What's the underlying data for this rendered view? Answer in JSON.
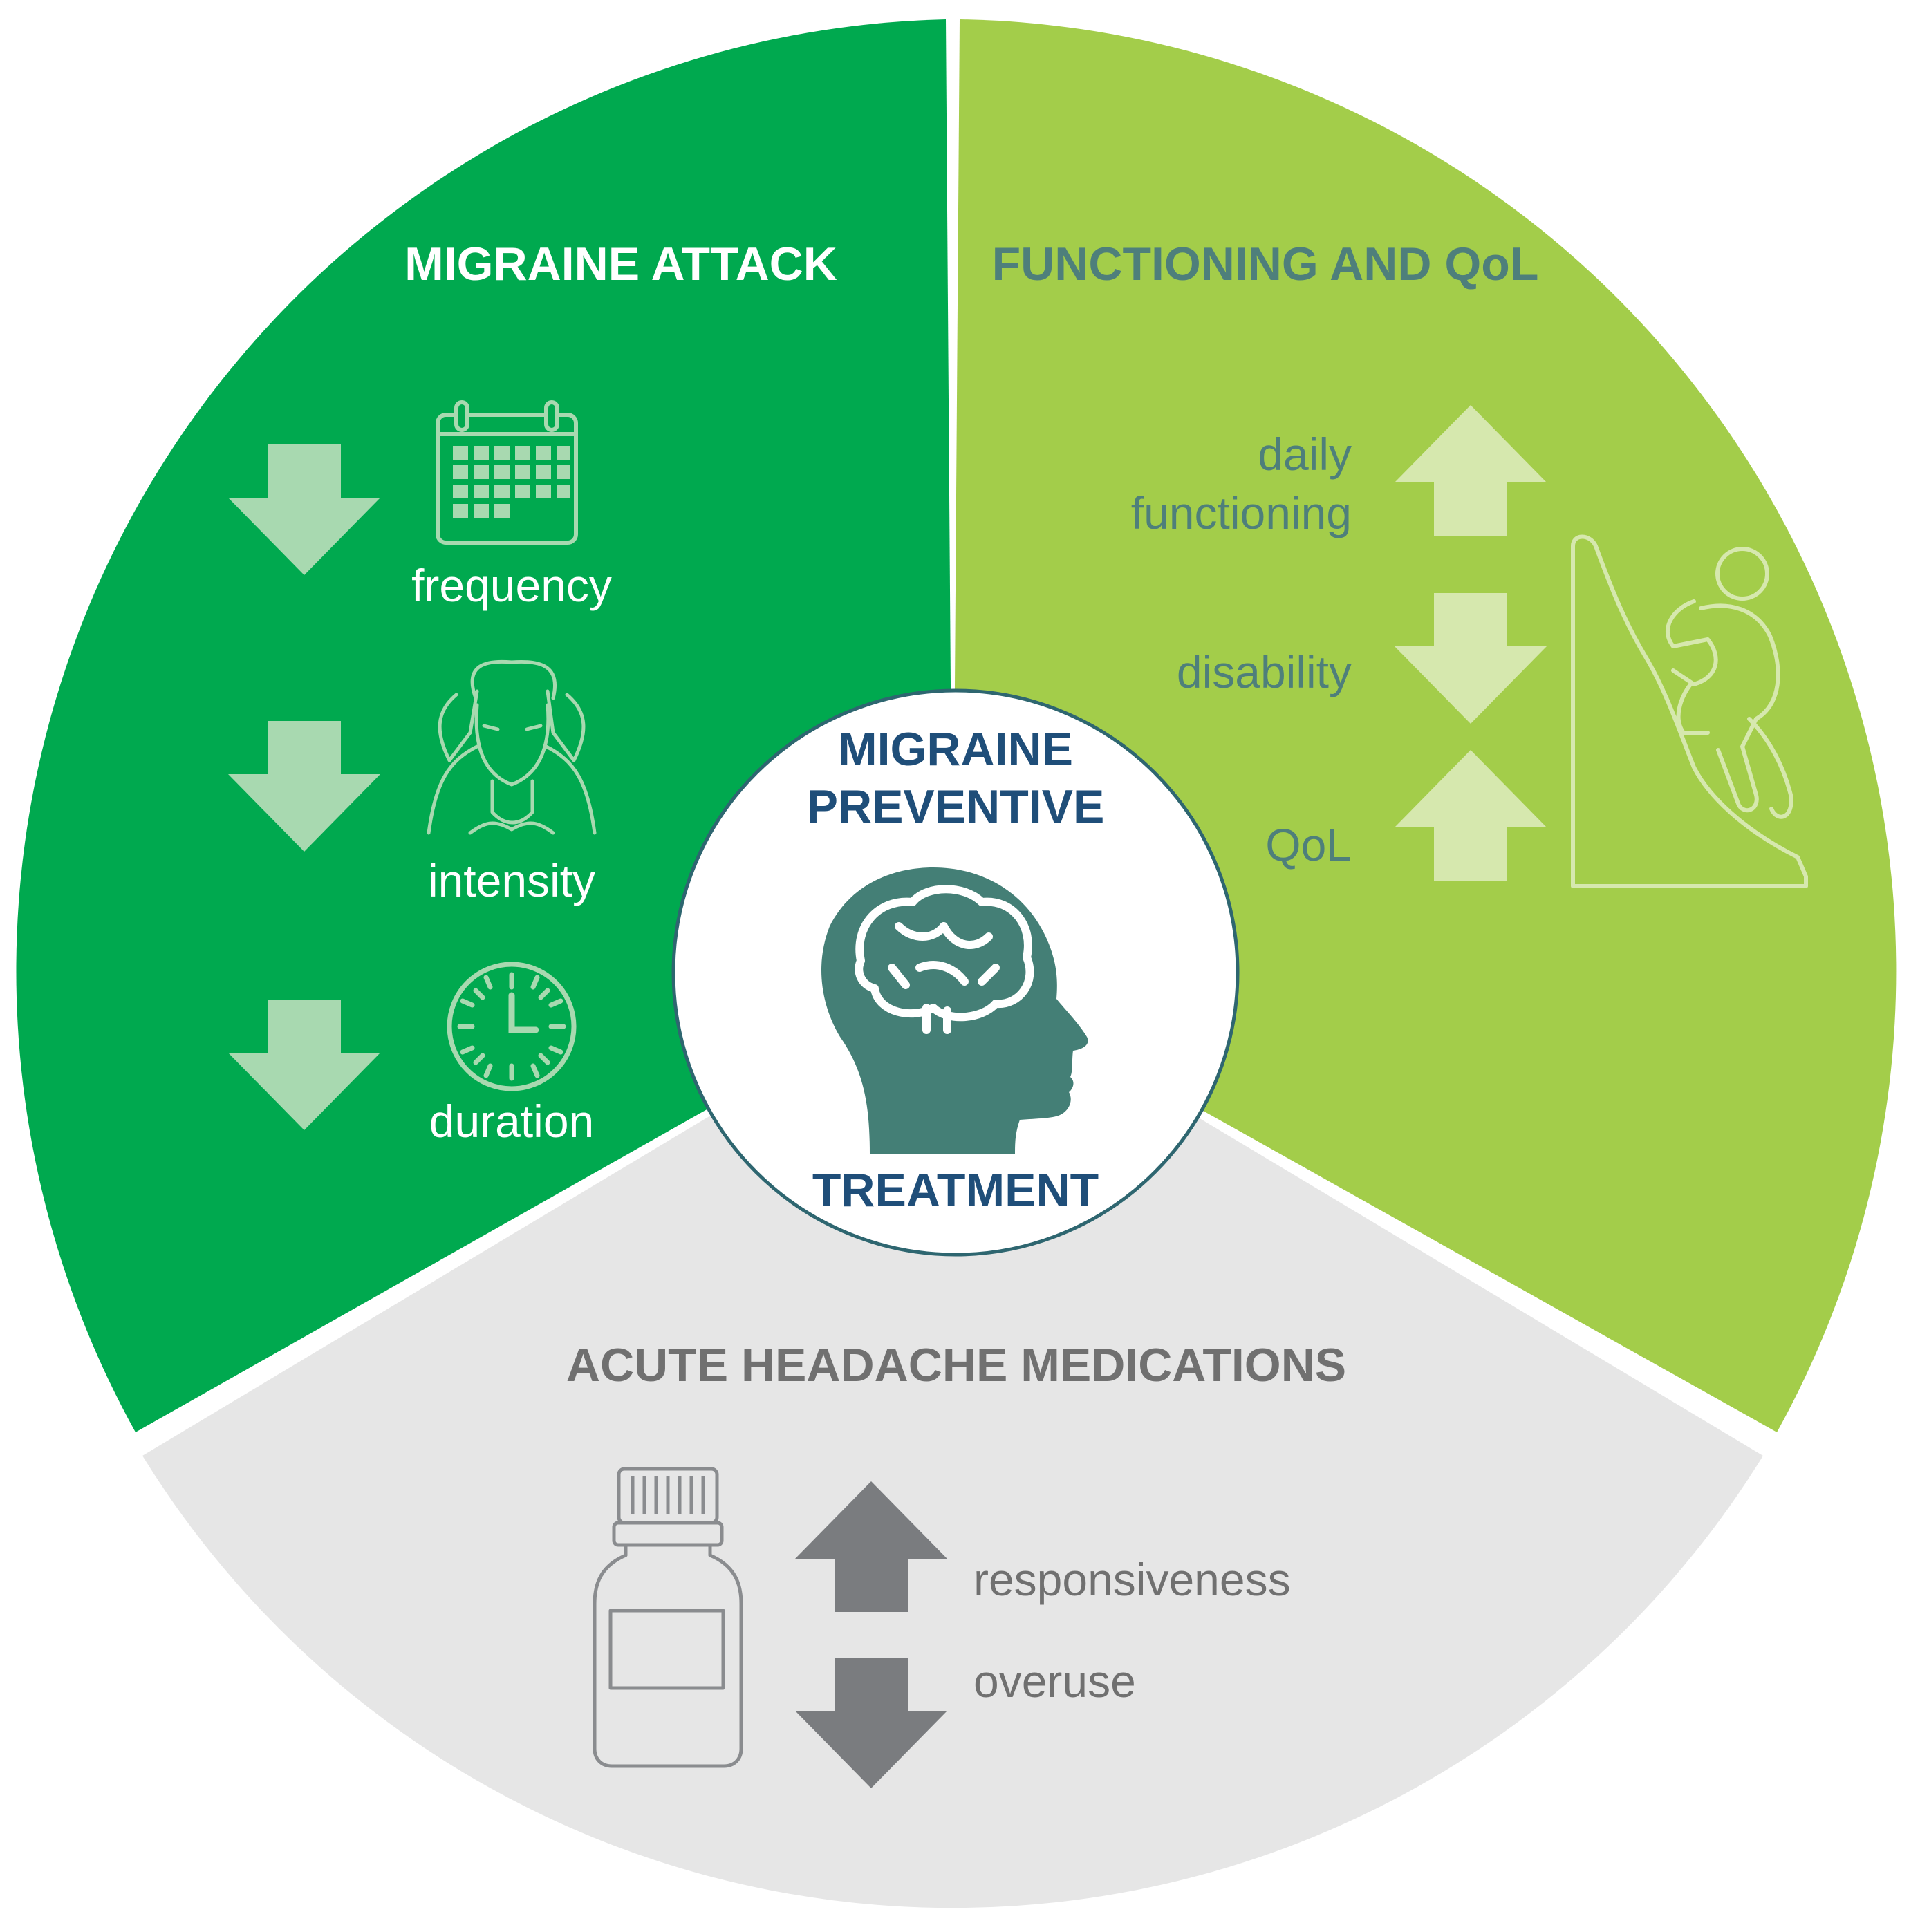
{
  "colors": {
    "attack_segment": "#00A94F",
    "functioning_segment": "#A3CD4A",
    "acute_segment": "#E6E6E6",
    "attack_icons": "#A8D9B0",
    "functioning_icons": "#D6E8AE",
    "acute_icons": "#7A7C7F",
    "center_circle_fill": "#FFFFFF",
    "center_circle_stroke": "#2E6670",
    "center_text": "#1F4E79",
    "center_head": "#447F76",
    "functioning_text": "#4E7F7B",
    "acute_text": "#707070"
  },
  "center": {
    "line1": "MIGRAINE",
    "line2": "PREVENTIVE",
    "line3": "TREATMENT",
    "icon": "head-brain-icon"
  },
  "attack": {
    "title": "MIGRAINE ATTACK",
    "items": [
      {
        "label": "frequency",
        "direction": "down",
        "icon": "calendar-icon"
      },
      {
        "label": "intensity",
        "direction": "down",
        "icon": "headache-woman-icon"
      },
      {
        "label": "duration",
        "direction": "down",
        "icon": "clock-icon"
      }
    ]
  },
  "functioning": {
    "title": "FUNCTIONING AND QoL",
    "items": [
      {
        "label_line1": "daily",
        "label_line2": "functioning",
        "direction": "up"
      },
      {
        "label": "disability",
        "direction": "down"
      },
      {
        "label": "QoL",
        "direction": "up"
      }
    ],
    "icon": "climber-icon"
  },
  "acute": {
    "title": "ACUTE HEADACHE MEDICATIONS",
    "items": [
      {
        "label": "responsiveness",
        "direction": "up"
      },
      {
        "label": "overuse",
        "direction": "down"
      }
    ],
    "icon": "medicine-bottle-icon"
  }
}
